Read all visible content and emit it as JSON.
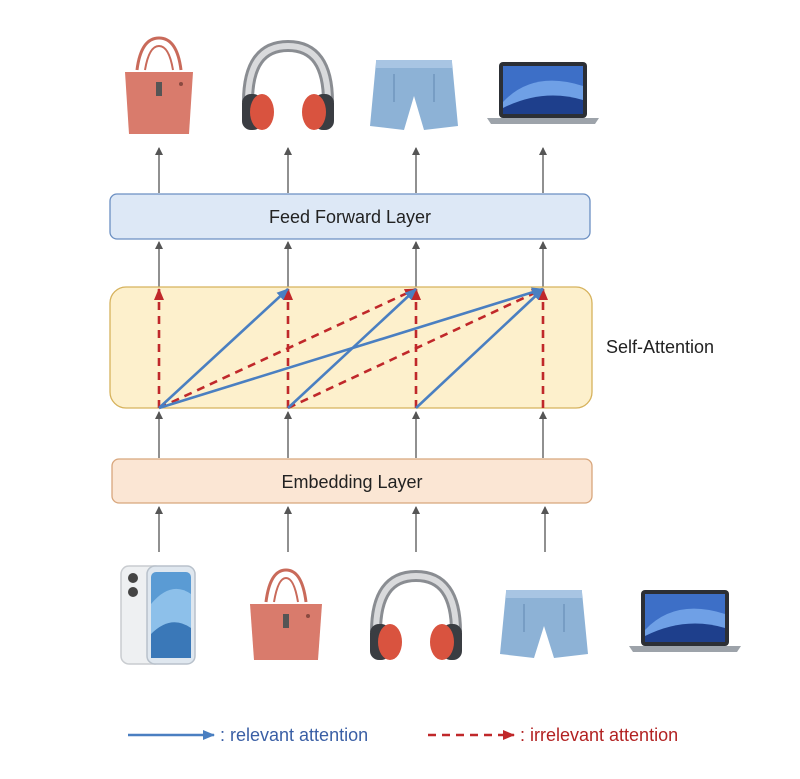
{
  "layers": {
    "feed_forward": "Feed Forward Layer",
    "self_attention": "Self-Attention",
    "embedding": "Embedding Layer"
  },
  "legend": {
    "relevant": ":  relevant attention",
    "irrelevant": ":  irrelevant attention"
  },
  "inputs": [
    "phone-icon",
    "bag-icon",
    "headphones-icon",
    "shorts-icon"
  ],
  "outputs": [
    "bag-icon",
    "headphones-icon",
    "shorts-icon",
    "laptop-icon"
  ],
  "next_item": "laptop-icon",
  "colors": {
    "relevant": "#4a7fc1",
    "irrelevant": "#c0282a",
    "feed_forward_fill": "#dde8f6",
    "feed_forward_stroke": "#6b8fc2",
    "attention_fill": "#fdf0cc",
    "attention_stroke": "#d6b25c",
    "embedding_fill": "#fbe6d4",
    "embedding_stroke": "#d8a67c",
    "arrow": "#555555"
  }
}
